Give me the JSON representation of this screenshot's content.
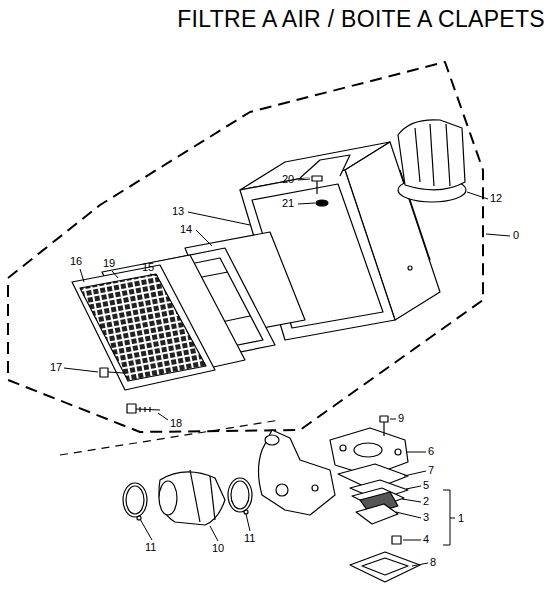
{
  "diagram": {
    "title": "FILTRE A AIR / BOITE A CLAPETS",
    "labels": [
      "20",
      "12",
      "21",
      "13",
      "0",
      "14",
      "16",
      "19",
      "15",
      "17",
      "18",
      "9",
      "6",
      "7",
      "5",
      "2",
      "3",
      "1",
      "4",
      "8",
      "11",
      "10",
      "11"
    ]
  }
}
